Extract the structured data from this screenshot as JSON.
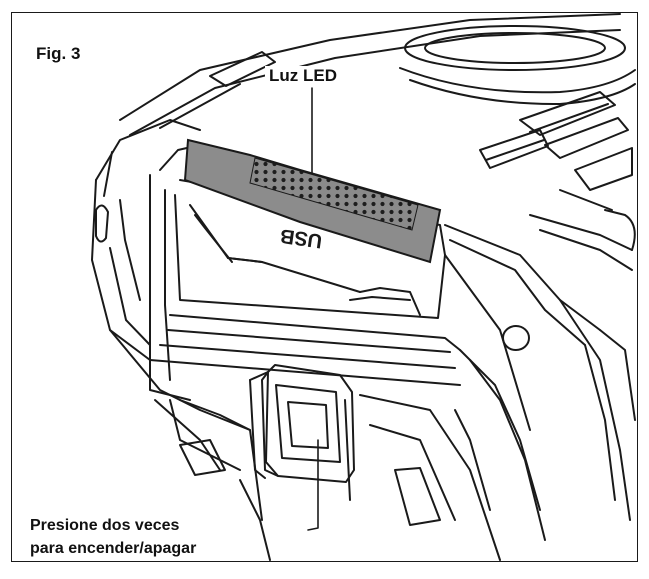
{
  "figure": {
    "title": "Fig. 3",
    "callouts": {
      "led": "Luz LED",
      "press_line1": "Presione dos veces",
      "press_line2": "para encender/apagar"
    },
    "device_marking": "USB"
  }
}
